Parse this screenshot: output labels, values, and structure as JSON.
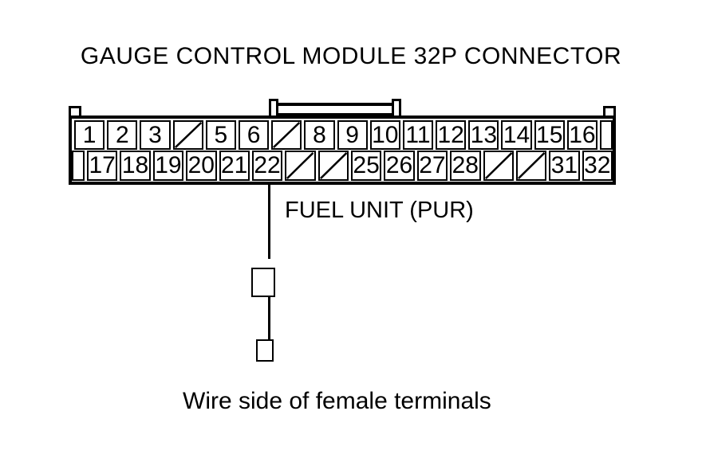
{
  "title": "GAUGE CONTROL MODULE 32P CONNECTOR",
  "connector": {
    "description": "32P connector pin grid, slashed cells = no terminal",
    "rows": [
      {
        "name": "top",
        "cells": [
          {
            "type": "pin",
            "label": "1"
          },
          {
            "type": "pin",
            "label": "2"
          },
          {
            "type": "pin",
            "label": "3"
          },
          {
            "type": "nc",
            "icon": "no-connection-slash"
          },
          {
            "type": "pin",
            "label": "5"
          },
          {
            "type": "pin",
            "label": "6"
          },
          {
            "type": "nc",
            "icon": "no-connection-slash"
          },
          {
            "type": "pin",
            "label": "8"
          },
          {
            "type": "pin",
            "label": "9"
          },
          {
            "type": "pin",
            "label": "10"
          },
          {
            "type": "pin",
            "label": "11"
          },
          {
            "type": "pin",
            "label": "12"
          },
          {
            "type": "pin",
            "label": "13"
          },
          {
            "type": "pin",
            "label": "14"
          },
          {
            "type": "pin",
            "label": "15"
          },
          {
            "type": "pin",
            "label": "16"
          },
          {
            "type": "end"
          }
        ]
      },
      {
        "name": "bottom",
        "cells": [
          {
            "type": "end"
          },
          {
            "type": "pin",
            "label": "17"
          },
          {
            "type": "pin",
            "label": "18"
          },
          {
            "type": "pin",
            "label": "19"
          },
          {
            "type": "pin",
            "label": "20"
          },
          {
            "type": "pin",
            "label": "21"
          },
          {
            "type": "pin",
            "label": "22"
          },
          {
            "type": "nc",
            "icon": "no-connection-slash"
          },
          {
            "type": "nc",
            "icon": "no-connection-slash"
          },
          {
            "type": "pin",
            "label": "25"
          },
          {
            "type": "pin",
            "label": "26"
          },
          {
            "type": "pin",
            "label": "27"
          },
          {
            "type": "pin",
            "label": "28"
          },
          {
            "type": "nc",
            "icon": "no-connection-slash"
          },
          {
            "type": "nc",
            "icon": "no-connection-slash"
          },
          {
            "type": "pin",
            "label": "31"
          },
          {
            "type": "pin",
            "label": "32"
          }
        ]
      }
    ]
  },
  "wire": {
    "from_pin": "22",
    "label": "FUEL UNIT (PUR)"
  },
  "caption": "Wire side of female terminals",
  "colors": {
    "line": "#000000",
    "background": "#ffffff"
  }
}
